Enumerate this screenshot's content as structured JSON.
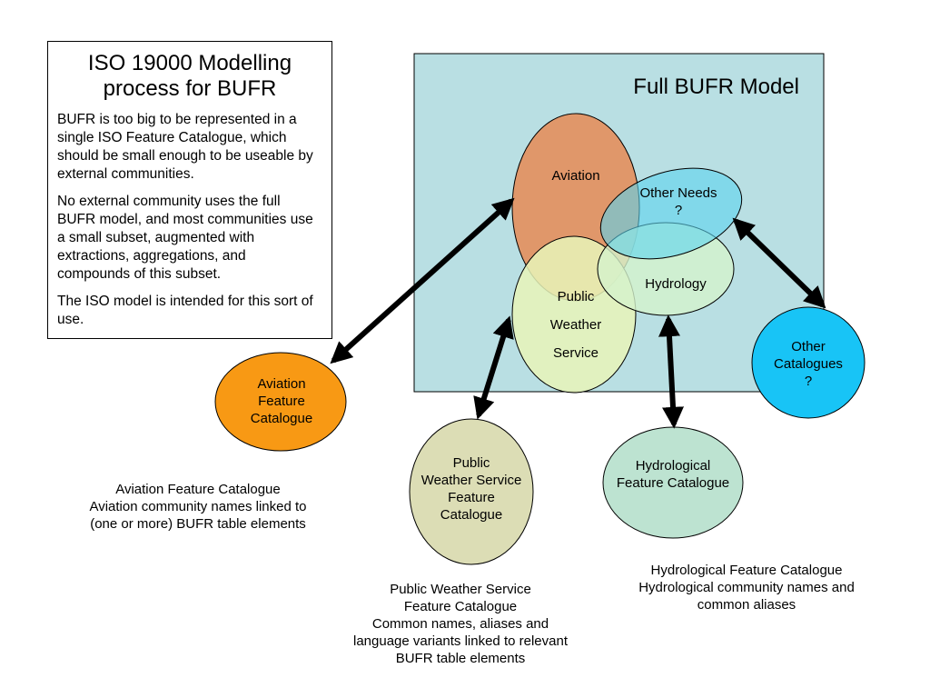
{
  "info_box": {
    "title_lines": [
      "ISO 19000 Modelling",
      "process for BUFR"
    ],
    "paragraphs": [
      "BUFR is too big to be represented in a single ISO Feature Catalogue, which should be small enough to be useable by external communities.",
      "No external community uses the full BUFR model, and most communities use a small subset, augmented with extractions, aggregations, and compounds of this subset.",
      "The ISO model is intended for this sort of use."
    ]
  },
  "model": {
    "title": "Full BUFR Model",
    "fill": "#b9dfe3",
    "subsets": {
      "aviation": [
        "Aviation"
      ],
      "other_needs": [
        "Other Needs",
        "?"
      ],
      "public_weather": [
        "Public",
        "Weather",
        "Service"
      ],
      "hydrology": [
        "Hydrology"
      ]
    }
  },
  "catalogues": {
    "aviation": [
      "Aviation",
      "Feature",
      "Catalogue"
    ],
    "public_weather": [
      "Public",
      "Weather Service",
      "Feature",
      "Catalogue"
    ],
    "hydrological": [
      "Hydrological",
      "Feature Catalogue"
    ],
    "other": [
      "Other",
      "Catalogues",
      "?"
    ]
  },
  "captions": {
    "aviation": [
      "Aviation Feature Catalogue",
      "Aviation community names linked to",
      "(one or more) BUFR table elements"
    ],
    "public_weather": [
      "Public Weather Service",
      "Feature Catalogue",
      "Common names, aliases and",
      "language variants linked to relevant",
      "BUFR table elements"
    ],
    "hydrological": [
      "Hydrological Feature Catalogue",
      "Hydrological community names and",
      "common aliases"
    ]
  },
  "colors": {
    "aviation_subset": "#e0976a",
    "other_needs_subset": "#5bd3ef",
    "public_weather_subset": "#e8f4b8",
    "hydrology_subset": "#d5f2cc",
    "aviation_catalogue": "#f89914",
    "public_weather_catalogue": "#dcddb5",
    "hydrological_catalogue": "#bde3d1",
    "other_catalogue": "#18c4f6",
    "arrow": "#000000"
  }
}
